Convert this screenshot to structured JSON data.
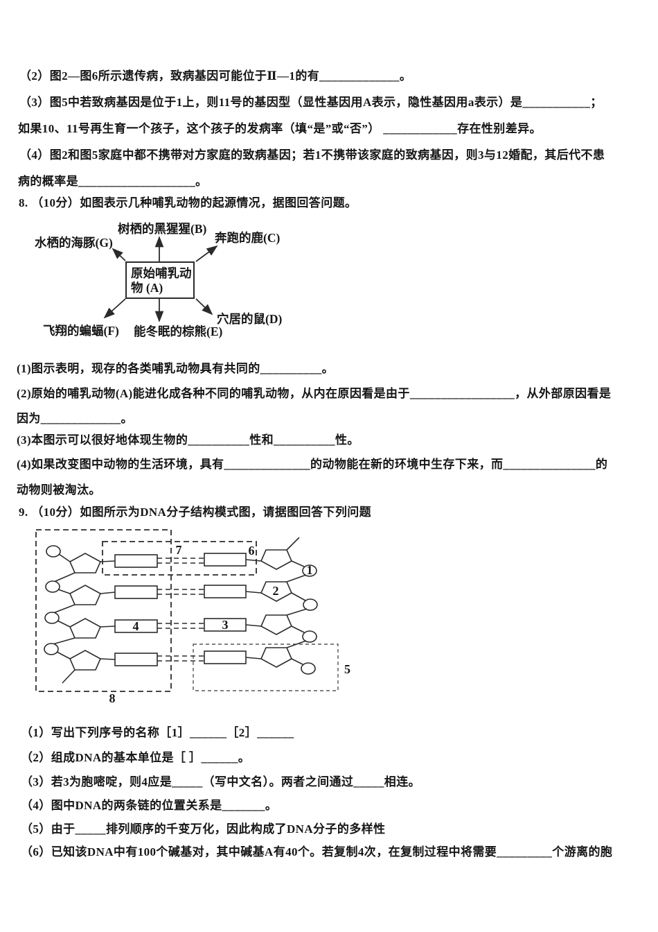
{
  "page": {
    "kind": "biology-exam-scan"
  },
  "q7": {
    "lines": [
      "（2）图2—图6所示遗传病，致病基因可能位于Ⅱ—1的有_____________。",
      "（3）图5中若致病基因是位于1上，则11号的基因型（显性基因用A表示，隐性基因用a表示）是___________；",
      "如果10、11号再生育一个孩子，这个孩子的发病率（填“是”或“否”） ____________存在性别差异。",
      "（4）图2和图5家庭中都不携带对方家庭的致病基因；若1不携带该家庭的致病基因，则3与12婚配，其后代不患",
      "病的概率是___________________。"
    ]
  },
  "q8": {
    "heading": "8. （10分）如图表示几种哺乳动物的起源情况，据图回答问题。",
    "diagram": {
      "center_box_line1": "原始哺乳动",
      "center_box_line2": "物 (A)",
      "label_b": "树栖的黑猩猩(B)",
      "label_c": "奔跑的鹿(C)",
      "label_g": "水栖的海豚(G)",
      "label_d": "穴居的鼠(D)",
      "label_e": "能冬眠的棕熊(E)",
      "label_f": "飞翔的蝙蝠(F)"
    },
    "lines": [
      "(1)图示表明，现存的各类哺乳动物具有共同的__________。",
      "(2)原始的哺乳动物(A)能进化成各种不同的哺乳动物，从内在原因看是由于_________________，从外部原因看是",
      "因为_____________。",
      "(3)本图示可以很好地体现生物的__________性和__________性。",
      "(4)如果改变图中动物的生活环境，具有______________的动物能在新的环境中生存下来，而_______________的",
      "动物则被淘汰。"
    ]
  },
  "q9": {
    "heading": "9. （10分）如图所示为DNA分子结构模式图，请据图回答下列问题",
    "diagram": {
      "label_1": "1",
      "label_2": "2",
      "label_3": "3",
      "label_4": "4",
      "label_5": "5",
      "label_6": "6",
      "label_7": "7",
      "label_8": "8"
    },
    "lines": [
      "（1）写出下列序号的名称［1］______［2］______",
      "（2）组成DNA的基本单位是［ ］______。",
      "（3）若3为胞嘧啶，则4应是_____（写中文名）。两者之间通过_____相连。",
      "（4）图中DNA的两条链的位置关系是_______。",
      "（5）由于_____排列顺序的千变万化，因此构成了DNA分子的多样性",
      "（6）已知该DNA中有100个碱基对，其中碱基A有40个。若复制4次，在复制过程中将需要_________个游离的胞"
    ]
  }
}
